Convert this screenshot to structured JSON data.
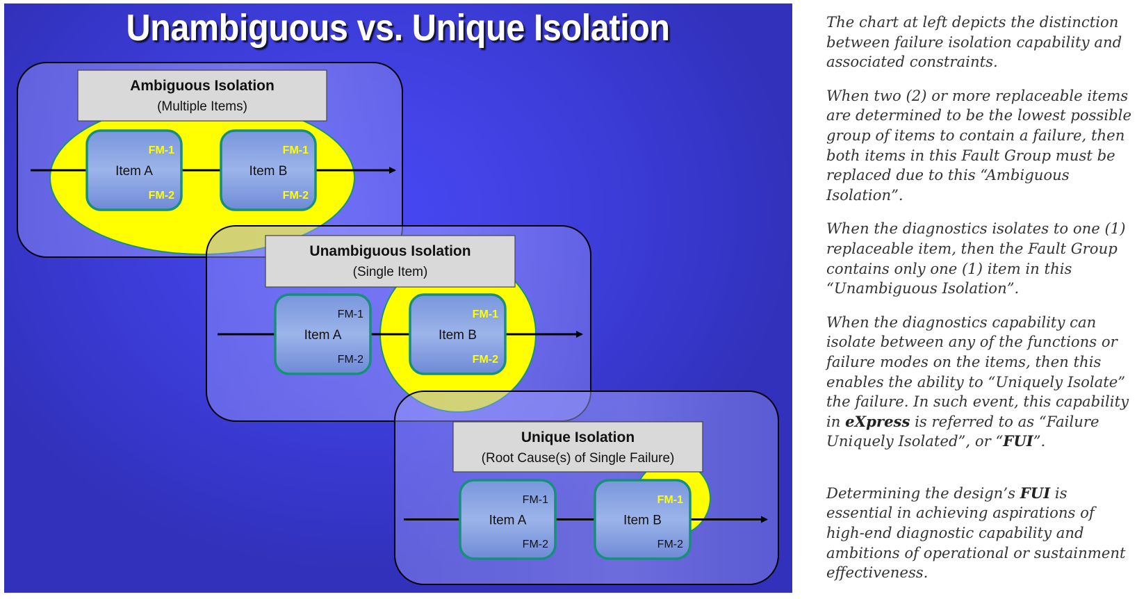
{
  "title": "Unambiguous vs. Unique Isolation",
  "colors": {
    "highlight_yellow": "#ffff00",
    "item_border": "#16907a",
    "label_bg": "#d9d9d9"
  },
  "panels": [
    {
      "label_title": "Ambiguous Isolation",
      "label_sub": "(Multiple Items)",
      "highlight": "both-items",
      "items": [
        {
          "name": "Item A",
          "fm1": "FM-1",
          "fm2": "FM-2",
          "fm1_highlight": true,
          "fm2_highlight": true
        },
        {
          "name": "Item B",
          "fm1": "FM-1",
          "fm2": "FM-2",
          "fm1_highlight": true,
          "fm2_highlight": true
        }
      ]
    },
    {
      "label_title": "Unambiguous Isolation",
      "label_sub": "(Single Item)",
      "highlight": "item-b",
      "items": [
        {
          "name": "Item A",
          "fm1": "FM-1",
          "fm2": "FM-2",
          "fm1_highlight": false,
          "fm2_highlight": false
        },
        {
          "name": "Item B",
          "fm1": "FM-1",
          "fm2": "FM-2",
          "fm1_highlight": true,
          "fm2_highlight": true
        }
      ]
    },
    {
      "label_title": "Unique Isolation",
      "label_sub": "(Root Cause(s) of Single Failure)",
      "highlight": "item-b-fm1",
      "items": [
        {
          "name": "Item A",
          "fm1": "FM-1",
          "fm2": "FM-2",
          "fm1_highlight": false,
          "fm2_highlight": false
        },
        {
          "name": "Item B",
          "fm1": "FM-1",
          "fm2": "FM-2",
          "fm1_highlight": true,
          "fm2_highlight": false
        }
      ]
    }
  ],
  "side_text": {
    "p1": "The chart at left depicts the distinction between failure isolation capability and associated constraints.",
    "p2": "When two (2) or more replaceable items are determined to be the lowest possible group of items to contain a failure, then both items in this Fault Group must be replaced due to this “Ambiguous Isolation”.",
    "p3": "When the diagnostics isolates to one (1) replaceable item, then the Fault Group contains only one (1) item in this “Unambiguous Isolation”.",
    "p4_a": "When the diagnostics capability can isolate between any of the functions or failure modes on the items, then this enables the ability to “Uniquely Isolate” the failure. In such event, this capability in ",
    "p4_b": "eXpress",
    "p4_c": " is referred to as “Failure Uniquely Isolated”, or “",
    "p4_d": "FUI",
    "p4_e": "”.",
    "p5_a": "Determining the design’s ",
    "p5_b": "FUI",
    "p5_c": " is essential in achieving aspirations of high-end diagnostic capability and ambitions of operational or sustainment effectiveness."
  }
}
